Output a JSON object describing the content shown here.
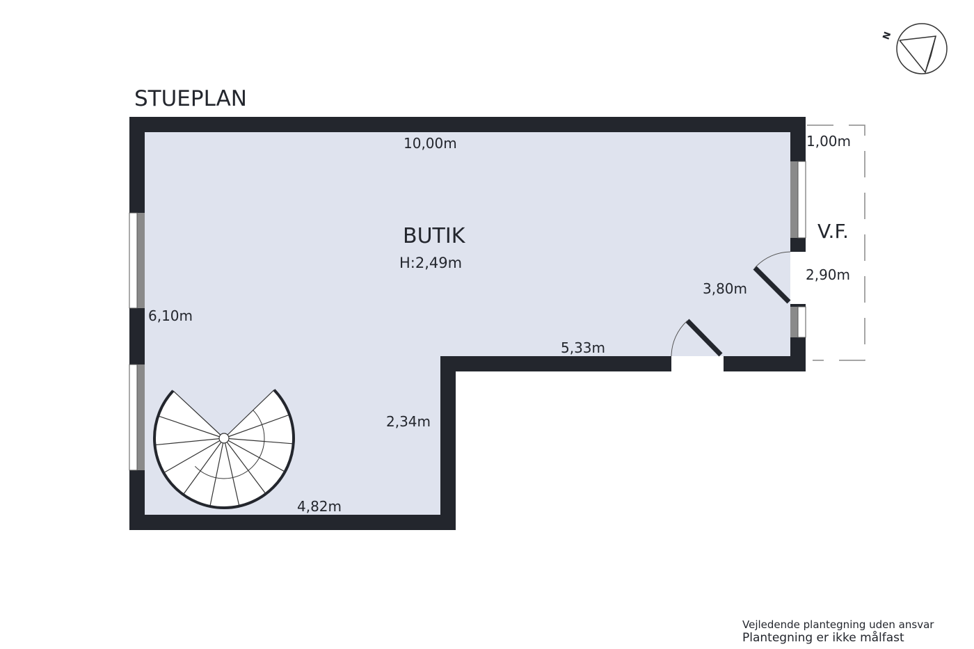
{
  "plan_title": "STUEPLAN",
  "room": {
    "name": "BUTIK",
    "height": "H:2,49m"
  },
  "annex": {
    "name": "V.F."
  },
  "dimensions": {
    "top": "10,00m",
    "left": "6,10m",
    "bottom_left": "4,82m",
    "step_vertical": "2,34m",
    "step_horizontal": "5,33m",
    "right_inner": "3,80m",
    "annex_width": "1,00m",
    "annex_length": "2,90m"
  },
  "compass": {
    "label": "N"
  },
  "disclaimer": [
    "Vejledende plantegning uden ansvar",
    "Plantegning er ikke målfast"
  ],
  "colors": {
    "wall": "#23262d",
    "floor": "#dfe3ee",
    "window": "#8a8a8a"
  }
}
